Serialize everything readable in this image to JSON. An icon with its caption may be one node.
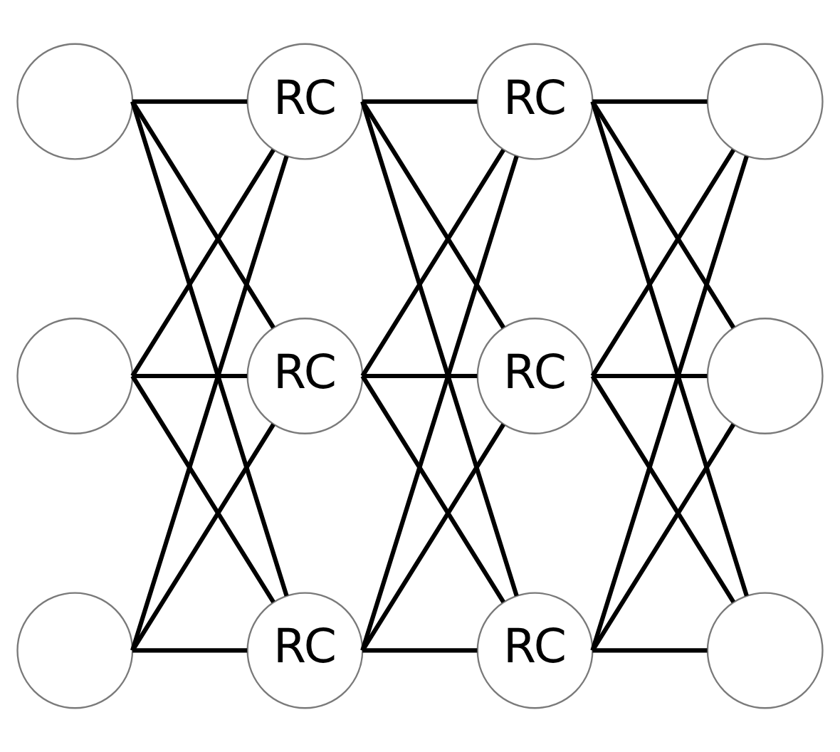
{
  "diagram": {
    "nodes": [
      {
        "text": [],
        "shape": "circle"
      },
      {
        "text": [
          "RC"
        ]
      },
      {
        "text": [
          "RC"
        ]
      },
      {
        "text": [],
        "shape": "circle"
      },
      {
        "text": [],
        "shape": "circle"
      },
      {
        "text": [
          "RC"
        ]
      },
      {
        "text": [
          "RC"
        ]
      },
      {
        "text": [],
        "shape": "circle"
      },
      {
        "text": [],
        "shape": "circle"
      },
      {
        "text": [
          "RC"
        ]
      },
      {
        "text": [
          "RC"
        ]
      },
      {
        "text": [],
        "shape": "circle"
      }
    ],
    "edges": [
      {
        "from": 0,
        "to": 1,
        "arrow": "none"
      },
      {
        "from": 0,
        "to": 5,
        "arrow": "none"
      },
      {
        "from": 0,
        "to": 9,
        "arrow": "none"
      },
      {
        "from": 4,
        "to": 1,
        "arrow": "none"
      },
      {
        "from": 4,
        "to": 5,
        "arrow": "none"
      },
      {
        "from": 4,
        "to": 9,
        "arrow": "none"
      },
      {
        "from": 8,
        "to": 1,
        "arrow": "none"
      },
      {
        "from": 8,
        "to": 5,
        "arrow": "none"
      },
      {
        "from": 8,
        "to": 9,
        "arrow": "none"
      },
      {
        "from": 1,
        "to": 2,
        "arrow": "none"
      },
      {
        "from": 1,
        "to": 6,
        "arrow": "none"
      },
      {
        "from": 1,
        "to": 10,
        "arrow": "none"
      },
      {
        "from": 5,
        "to": 2,
        "arrow": "none"
      },
      {
        "from": 5,
        "to": 6,
        "arrow": "none"
      },
      {
        "from": 5,
        "to": 10,
        "arrow": "none"
      },
      {
        "from": 9,
        "to": 2,
        "arrow": "none"
      },
      {
        "from": 9,
        "to": 6,
        "arrow": "none"
      },
      {
        "from": 9,
        "to": 10,
        "arrow": "none"
      },
      {
        "from": 2,
        "to": 3,
        "arrow": "none"
      },
      {
        "from": 2,
        "to": 7,
        "arrow": "none"
      },
      {
        "from": 2,
        "to": 11,
        "arrow": "none"
      },
      {
        "from": 6,
        "to": 3,
        "arrow": "none"
      },
      {
        "from": 6,
        "to": 7,
        "arrow": "none"
      },
      {
        "from": 6,
        "to": 11,
        "arrow": "none"
      },
      {
        "from": 10,
        "to": 3,
        "arrow": "none"
      },
      {
        "from": 10,
        "to": 7,
        "arrow": "none"
      },
      {
        "from": 10,
        "to": 11,
        "arrow": "none"
      }
    ]
  }
}
